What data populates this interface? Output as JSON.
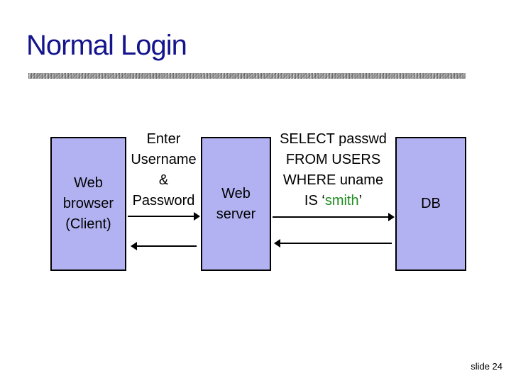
{
  "slide": {
    "title": "Normal Login",
    "page_label": "slide 24"
  },
  "colors": {
    "title_navy": "#14148C",
    "box_fill": "#B2B2F2",
    "box_border": "#000000",
    "body_text": "#000000",
    "sql_value_green": "#1E8C1E",
    "divider_gray": "#A0A0A0"
  },
  "boxes": [
    {
      "id": "web-browser",
      "lines": [
        "Web",
        "browser",
        "(Client)"
      ]
    },
    {
      "id": "web-server",
      "lines": [
        "Web",
        "server"
      ]
    },
    {
      "id": "db",
      "lines": [
        "DB"
      ]
    }
  ],
  "messages": {
    "credentials": {
      "lines": [
        "Enter",
        "Username",
        "&",
        "Password"
      ]
    },
    "sql_query": {
      "lines": [
        "SELECT passwd",
        "FROM USERS",
        "WHERE uname"
      ],
      "last_line": {
        "prefix": "IS ‘",
        "value": "smith",
        "suffix": "’"
      }
    }
  }
}
